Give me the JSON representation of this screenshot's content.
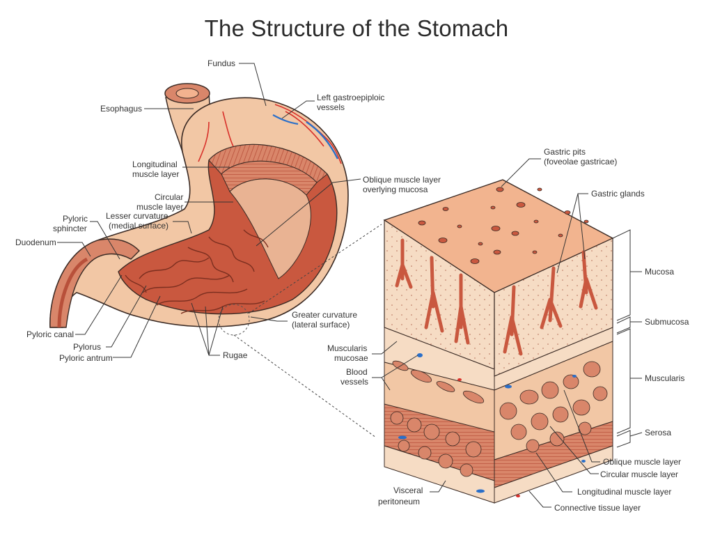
{
  "title": "The Structure of the Stomach",
  "colors": {
    "muscle": "#d9866a",
    "muscle_dark": "#b8503a",
    "skin": "#f2c7a5",
    "mucosa_pale": "#f6dcc4",
    "gland": "#c9583f",
    "vessel_red": "#d8302a",
    "vessel_blue": "#2a6fc9",
    "outline": "#3a2a24",
    "leader": "#333333"
  },
  "labels": {
    "fundus": "Fundus",
    "esophagus": "Esophagus",
    "left_gastro_1": "Left gastroepiploic",
    "left_gastro_2": "vessels",
    "longitudinal_1": "Longitudinal",
    "longitudinal_2": "muscle layer",
    "circular_1": "Circular",
    "circular_2": "muscle layer",
    "pyloric_sphincter_1": "Pyloric",
    "pyloric_sphincter_2": "sphincter",
    "lesser_curv_1": "Lesser curvature",
    "lesser_curv_2": "(medial surface)",
    "duodenum": "Duodenum",
    "oblique_overlying_1": "Oblique muscle layer",
    "oblique_overlying_2": "overlying mucosa",
    "pyloric_canal": "Pyloric canal",
    "pylorus": "Pylorus",
    "pyloric_antrum": "Pyloric antrum",
    "rugae": "Rugae",
    "greater_curv_1": "Greater curvature",
    "greater_curv_2": "(lateral surface)",
    "gastric_pits_1": "Gastric pits",
    "gastric_pits_2": "(foveolae gastricae)",
    "gastric_glands": "Gastric glands",
    "mucosa": "Mucosa",
    "submucosa": "Submucosa",
    "muscularis": "Muscularis",
    "serosa": "Serosa",
    "muscularis_mucosae_1": "Muscularis",
    "muscularis_mucosae_2": "mucosae",
    "blood_vessels_1": "Blood",
    "blood_vessels_2": "vessels",
    "oblique_muscle_layer": "Oblique muscle layer",
    "circular_muscle_layer": "Circular muscle layer",
    "longitudinal_muscle_layer": "Longitudinal muscle layer",
    "connective_tissue_layer": "Connective tissue layer",
    "visceral_peritoneum_1": "Visceral",
    "visceral_peritoneum_2": "peritoneum"
  }
}
